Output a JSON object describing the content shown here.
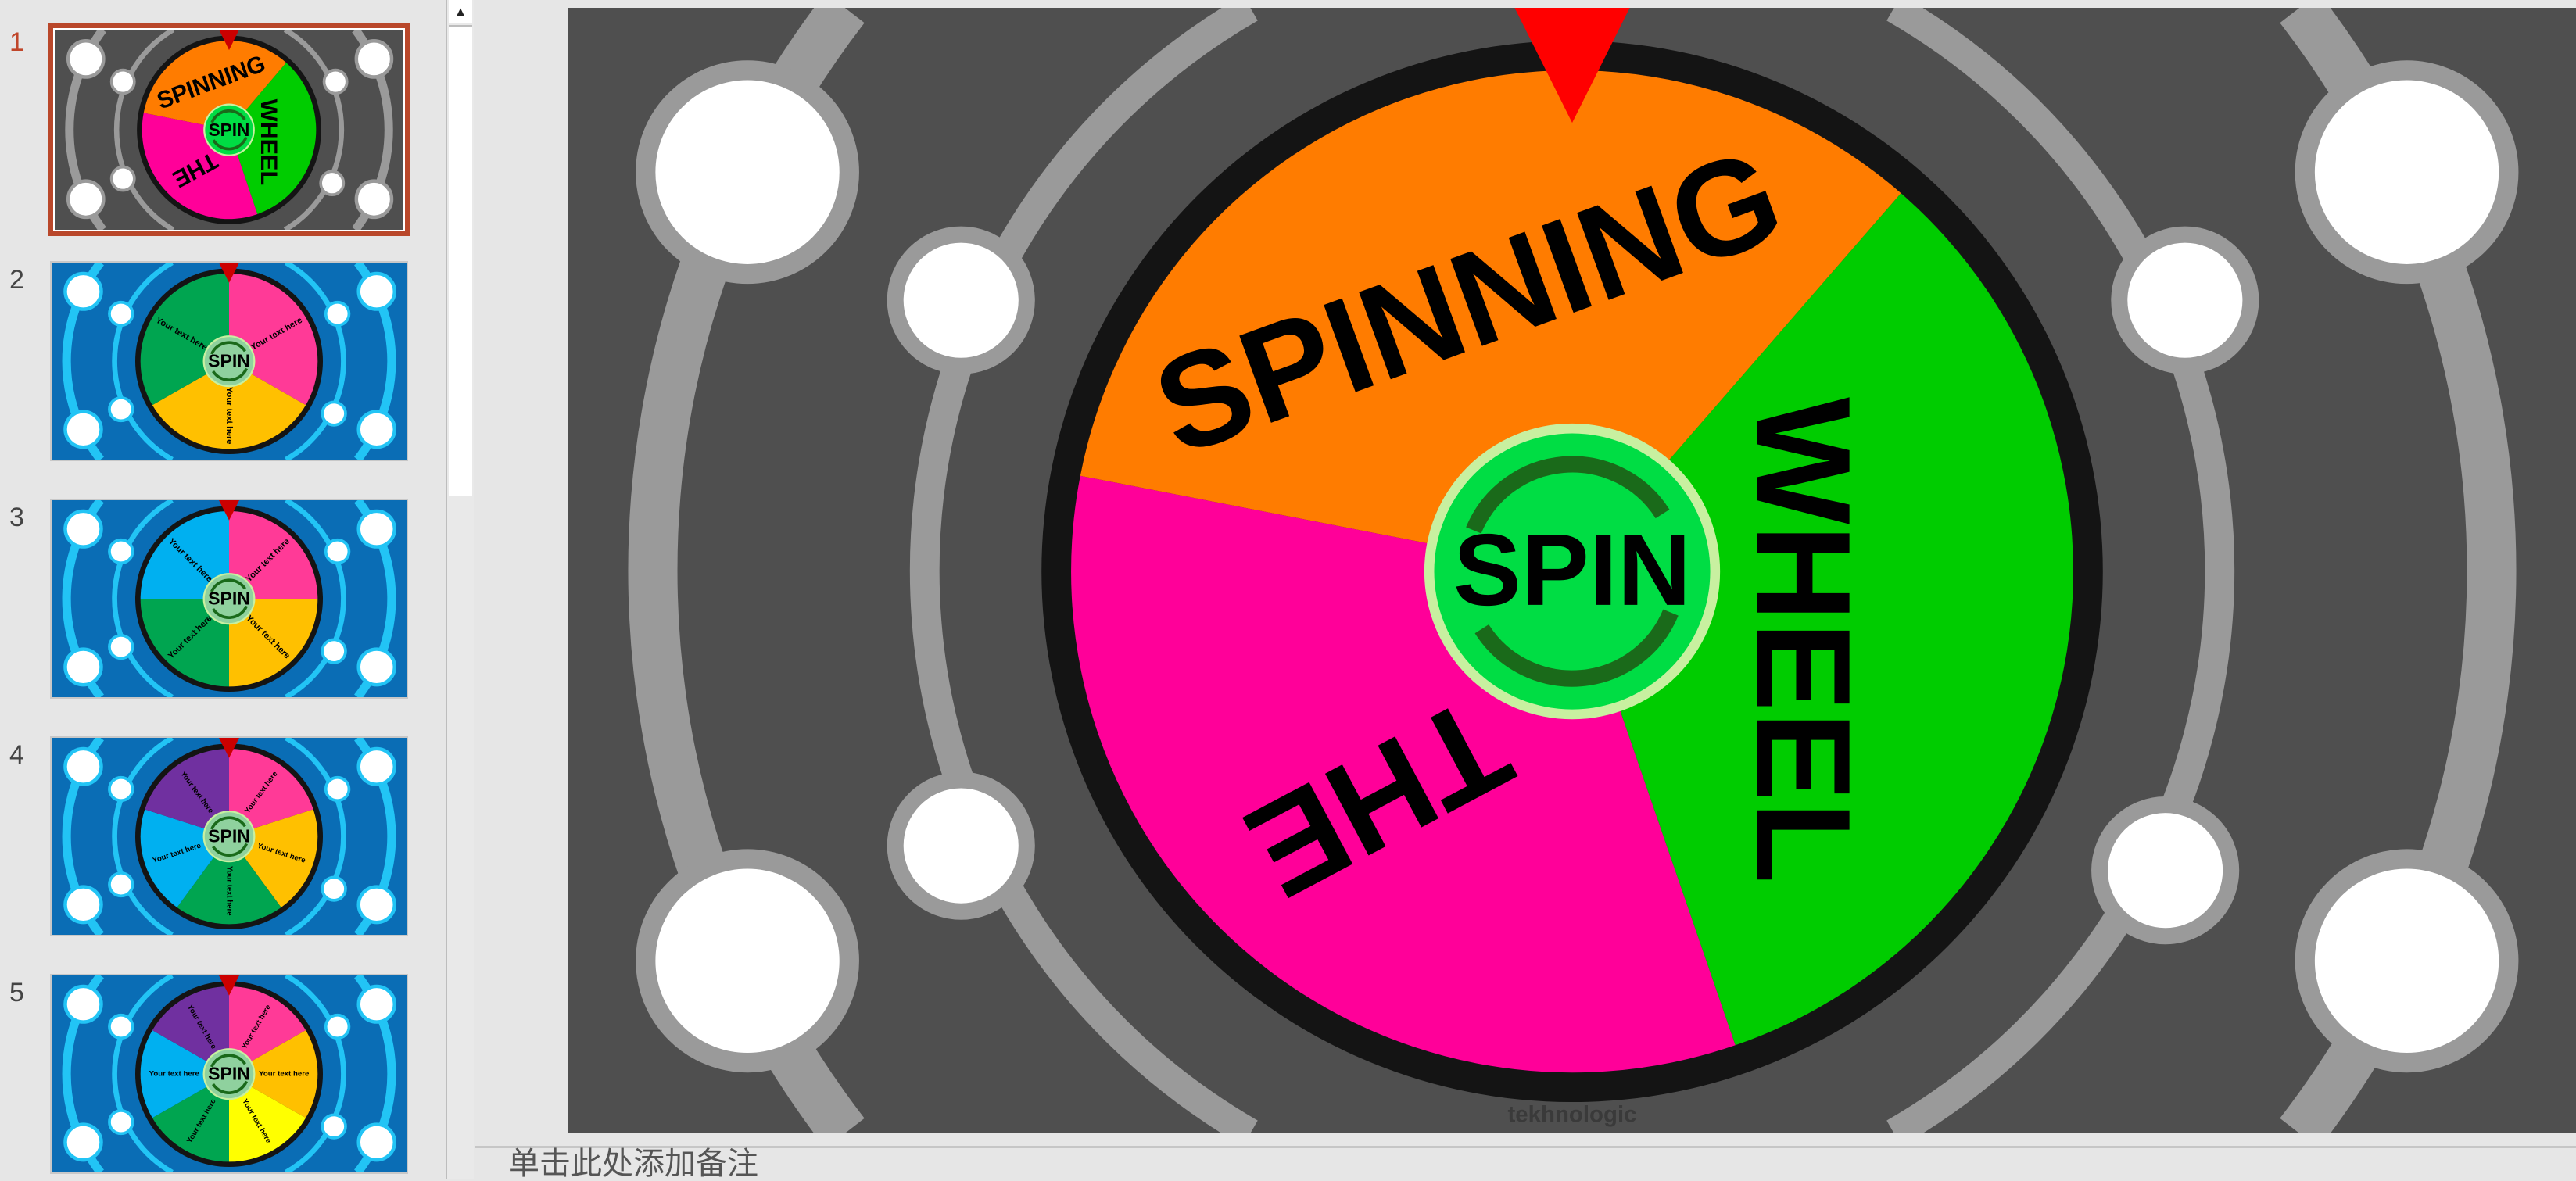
{
  "thumbnails": [
    {
      "number": "1",
      "selected": true,
      "bg": "#4f4f4f",
      "arc": "#9a9a9a",
      "center_label": "SPIN",
      "center_color": "#00dd44",
      "text_color": "#000000",
      "segments": [
        {
          "label": "WHEEL",
          "color": "#00cc00"
        },
        {
          "label": "THE",
          "color": "#ff0099"
        },
        {
          "label": "SPINNING",
          "color": "#ff7c00"
        }
      ],
      "start": 41
    },
    {
      "number": "2",
      "selected": false,
      "bg": "#0a6db5",
      "arc": "#22c4f5",
      "center_label": "SPIN",
      "center_color": "#8fd19e",
      "text_color": "#000000",
      "segments": [
        {
          "label": "Your text here",
          "color": "#ff3a97"
        },
        {
          "label": "Your text here",
          "color": "#ffc000"
        },
        {
          "label": "Your text here",
          "color": "#00a550"
        }
      ],
      "start": 0
    },
    {
      "number": "3",
      "selected": false,
      "bg": "#0a6db5",
      "arc": "#22c4f5",
      "center_label": "SPIN",
      "center_color": "#8fd19e",
      "text_color": "#000000",
      "segments": [
        {
          "label": "Your text here",
          "color": "#ff3a97"
        },
        {
          "label": "Your text here",
          "color": "#ffc000"
        },
        {
          "label": "Your text here",
          "color": "#00a550"
        },
        {
          "label": "Your text here",
          "color": "#00b0f0"
        }
      ],
      "start": 0
    },
    {
      "number": "4",
      "selected": false,
      "bg": "#0a6db5",
      "arc": "#22c4f5",
      "center_label": "SPIN",
      "center_color": "#8fd19e",
      "text_color": "#000000",
      "segments": [
        {
          "label": "Your text here",
          "color": "#ff3a97"
        },
        {
          "label": "Your text here",
          "color": "#ffc000"
        },
        {
          "label": "Your text here",
          "color": "#00a550"
        },
        {
          "label": "Your text here",
          "color": "#00b0f0"
        },
        {
          "label": "Your text here",
          "color": "#7030a0"
        }
      ],
      "start": 0
    },
    {
      "number": "5",
      "selected": false,
      "bg": "#0a6db5",
      "arc": "#22c4f5",
      "center_label": "SPIN",
      "center_color": "#8fd19e",
      "text_color": "#000000",
      "segments": [
        {
          "label": "Your text here",
          "color": "#ff3a97"
        },
        {
          "label": "Your text here",
          "color": "#ffc000"
        },
        {
          "label": "Your text here",
          "color": "#ffff00"
        },
        {
          "label": "Your text here",
          "color": "#00a550"
        },
        {
          "label": "Your text here",
          "color": "#00b0f0"
        },
        {
          "label": "Your text here",
          "color": "#7030a0"
        }
      ],
      "start": 0
    }
  ],
  "slide": {
    "bg": "#4f4f4f",
    "arc": "#9a9a9a",
    "center_label": "SPIN",
    "center_color": "#00dd44",
    "text_color": "#000000",
    "segments": [
      {
        "label": "WHEEL",
        "color": "#00cc00"
      },
      {
        "label": "THE",
        "color": "#ff0099"
      },
      {
        "label": "SPINNING",
        "color": "#ff7c00"
      }
    ],
    "start": 41,
    "pointer_color": "#ff0000",
    "watermark": "tekhnologic"
  },
  "notes": {
    "placeholder": "单击此处添加备注"
  }
}
